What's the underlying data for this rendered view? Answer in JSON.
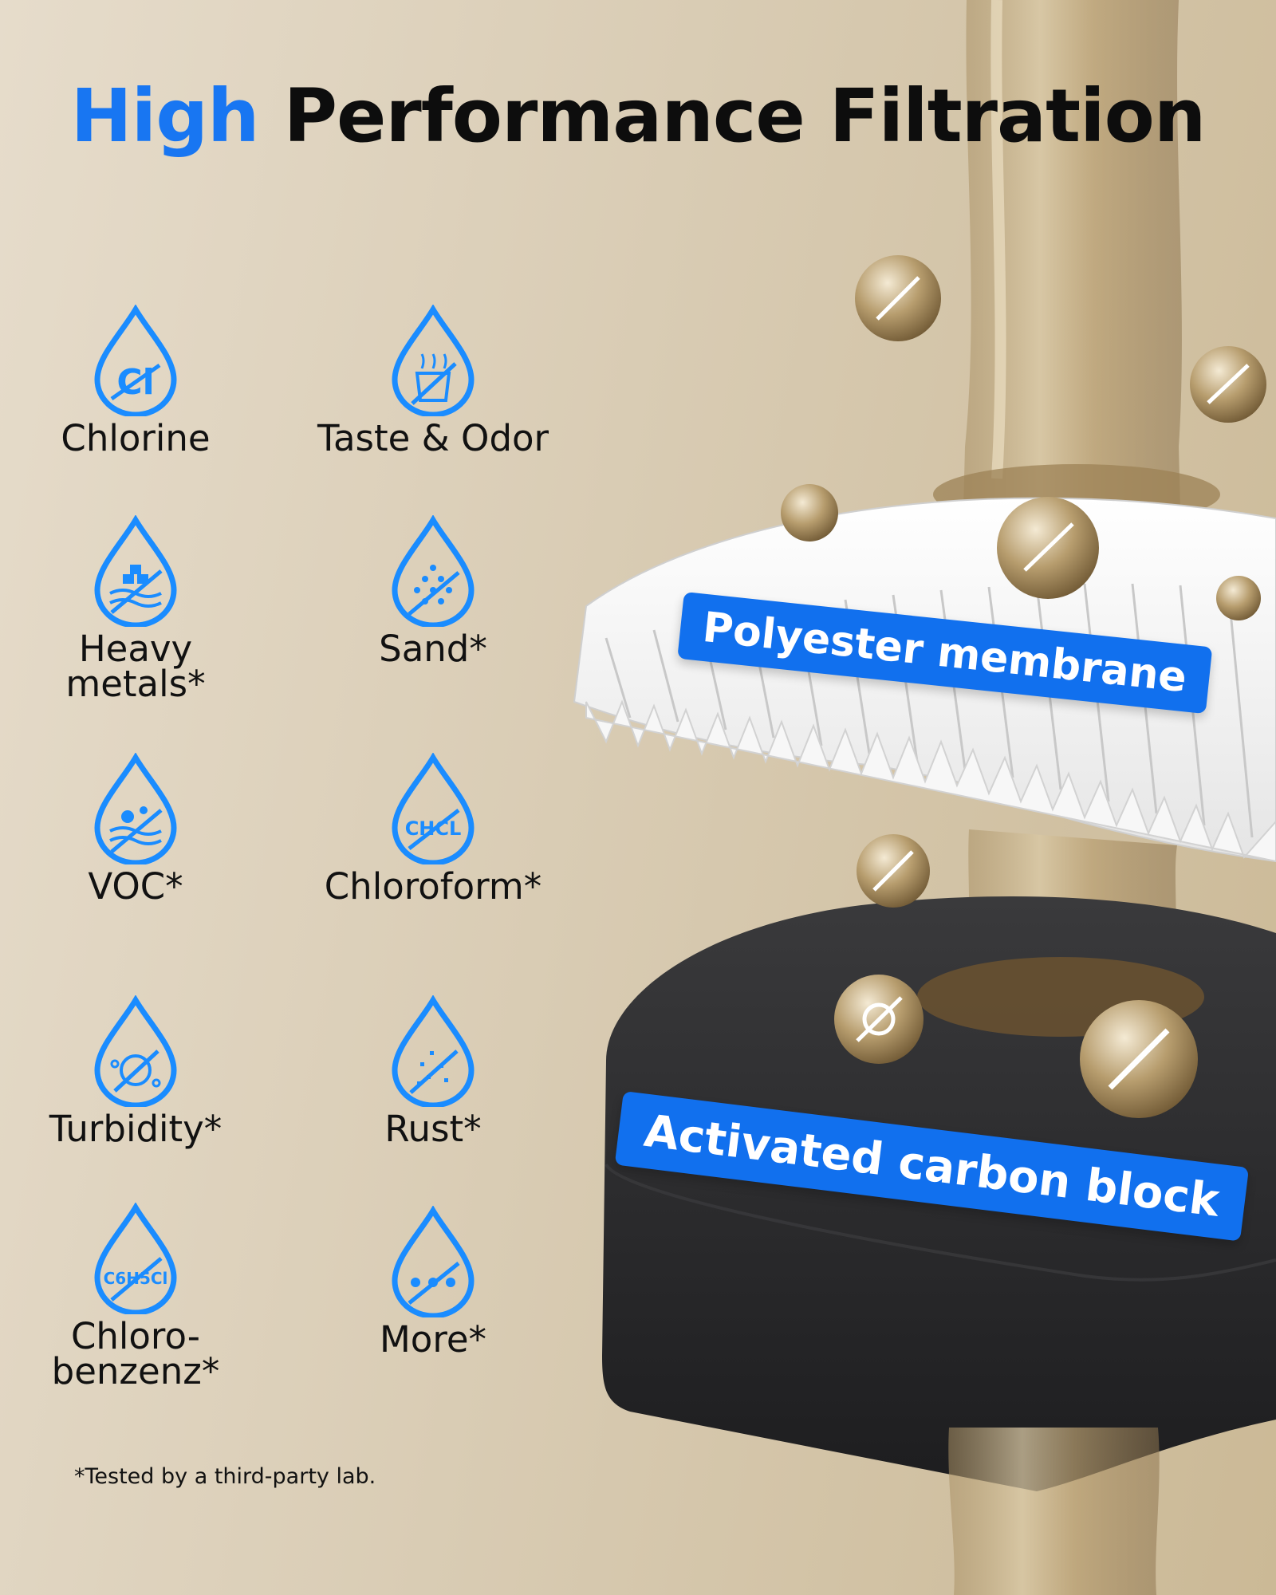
{
  "title": {
    "accent": "High",
    "rest": "Performance Filtration"
  },
  "features": [
    {
      "label": "Chlorine",
      "icon": "chlorine-icon",
      "glyph": "Cl"
    },
    {
      "label": "Taste & Odor",
      "icon": "taste-odor-icon",
      "glyph": ""
    },
    {
      "label": "Heavy\nmetals*",
      "icon": "heavy-metals-icon",
      "glyph": ""
    },
    {
      "label": "Sand*",
      "icon": "sand-icon",
      "glyph": ""
    },
    {
      "label": "VOC*",
      "icon": "voc-icon",
      "glyph": ""
    },
    {
      "label": "Chloroform*",
      "icon": "chloroform-icon",
      "glyph": "CHCL"
    },
    {
      "label": "Turbidity*",
      "icon": "turbidity-icon",
      "glyph": ""
    },
    {
      "label": "Rust*",
      "icon": "rust-icon",
      "glyph": ""
    },
    {
      "label": "Chloro-\nbenzenz*",
      "icon": "chlorobenzene-icon",
      "glyph": "C6H5Cl"
    },
    {
      "label": "More*",
      "icon": "more-icon",
      "glyph": ""
    }
  ],
  "layers": {
    "polyester": "Polyester membrane",
    "carbon": "Activated carbon block"
  },
  "footnote": "*Tested by a third-party lab.",
  "colors": {
    "accent": "#1876f2",
    "icon_blue": "#1a8cff",
    "tag_blue": "#1170ee",
    "water": "#b39a6e",
    "carbon": "#1c1c1e"
  }
}
